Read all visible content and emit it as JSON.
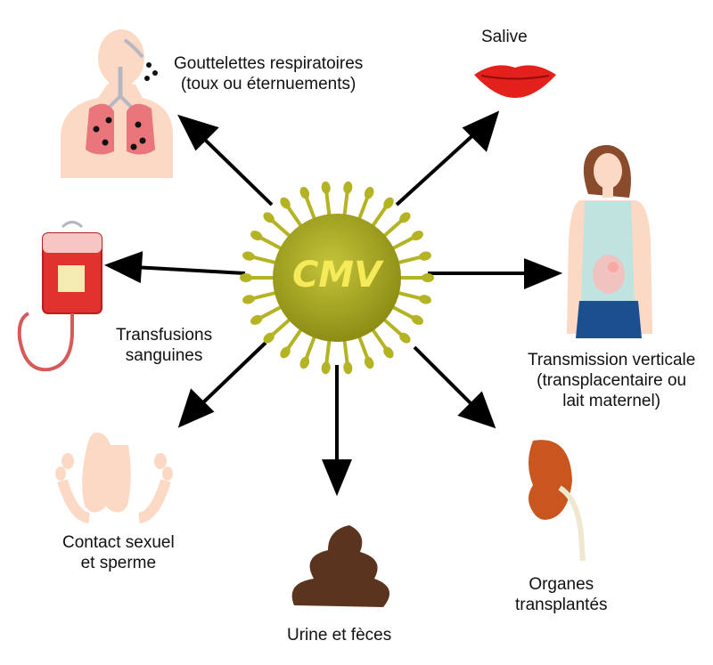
{
  "center": {
    "label": "CMV"
  },
  "routes": {
    "droplets": {
      "line1": "Gouttelettes respiratoires",
      "line2": "(toux ou éternuements)"
    },
    "saliva": {
      "line1": "Salive"
    },
    "transfusion": {
      "line1": "Transfusions",
      "line2": "sanguines"
    },
    "vertical": {
      "line1": "Transmission verticale",
      "line2": "(transplacentaire ou",
      "line3": "lait maternel)"
    },
    "sexual": {
      "line1": "Contact sexuel",
      "line2": "et sperme"
    },
    "urine": {
      "line1": "Urine et fèces"
    },
    "organs": {
      "line1": "Organes",
      "line2": "transplantés"
    }
  },
  "colors": {
    "virus_body": "#a2a21e",
    "virus_spike": "#b3b324",
    "virus_text": "#f4ea5a",
    "arrow": "#000000",
    "skin": "#fbd9c4",
    "lungs": "#e8767a",
    "lips": "#e3201b",
    "blood_bag": "#e0332f",
    "kidney": "#c9561f",
    "stool": "#5b3420",
    "shirt": "#bfe4e0",
    "jeans": "#1c4f8f",
    "hair": "#8a4b2c"
  },
  "icons": [
    "human-torso-lungs-icon",
    "lips-icon",
    "blood-bag-icon",
    "pregnant-woman-icon",
    "feet-icon",
    "stool-icon",
    "kidney-icon",
    "virus-icon"
  ]
}
